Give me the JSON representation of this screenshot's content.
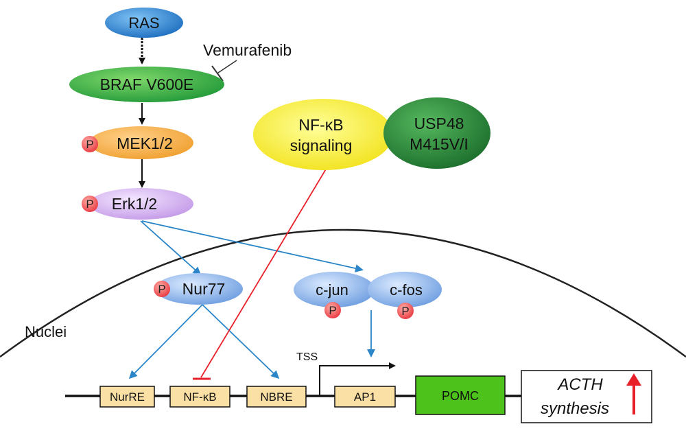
{
  "nodes": {
    "ras": "RAS",
    "braf": "BRAF V600E",
    "vemurafenib": "Vemurafenib",
    "mek": "MEK1/2",
    "erk": "Erk1/2",
    "nfkb_signaling_line1": "NF-κB",
    "nfkb_signaling_line2": "signaling",
    "usp48_line1": "USP48",
    "usp48_line2": "M415V/I",
    "nur77": "Nur77",
    "cjun": "c-jun",
    "cfos": "c-fos",
    "phospho": "P"
  },
  "nucleus_label": "Nuclei",
  "promoter": {
    "nurre": "NurRE",
    "nfkb": "NF-κB",
    "nbre": "NBRE",
    "tss": "TSS",
    "ap1": "AP1",
    "pomc": "POMC"
  },
  "output": {
    "line1": "ACTH",
    "line2": "synthesis"
  },
  "colors": {
    "activation_black": "#111111",
    "activation_blue": "#2a86c8",
    "inhibition_red": "#e8202a",
    "pomc_green": "#4cc21a",
    "element_box": "#fbe0a6",
    "phospho_red": "#e8363e"
  }
}
